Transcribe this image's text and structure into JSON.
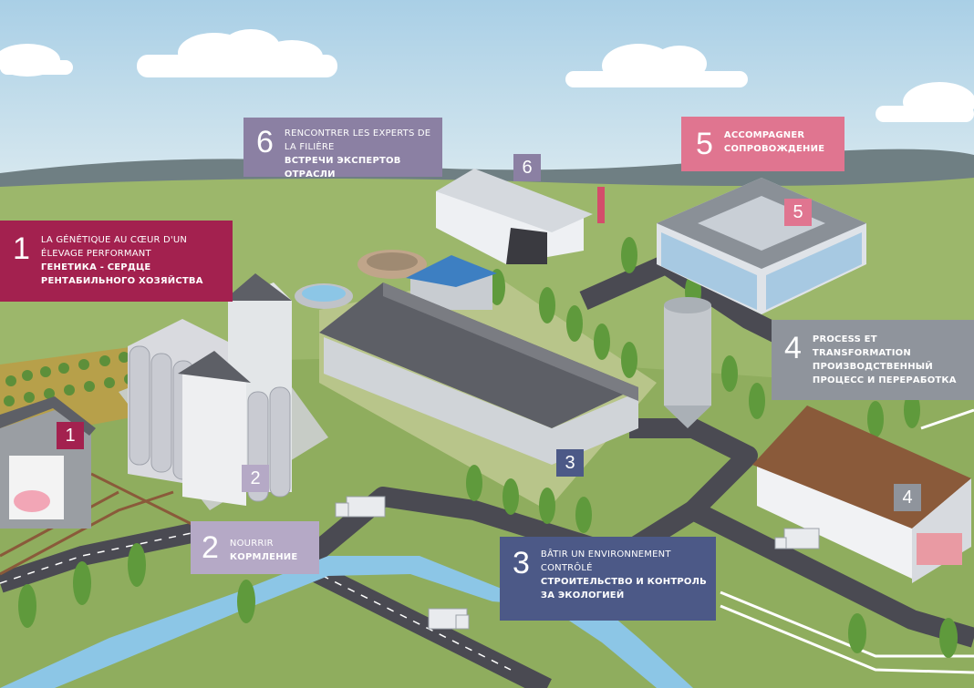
{
  "colors": {
    "c1": "#a3214f",
    "c2": "#b5a9c6",
    "c3": "#4c5987",
    "c4": "#8f949c",
    "c5": "#e07590",
    "c6": "#8b80a3"
  },
  "callouts": [
    {
      "id": "1",
      "num": "1",
      "fr": "La génétique au cœur d'un élevage performant",
      "ru": "Генетика - сердце рентабильного хозяйства"
    },
    {
      "id": "2",
      "num": "2",
      "fr": "Nourrir",
      "ru": "Кормление"
    },
    {
      "id": "3",
      "num": "3",
      "fr": "Bâtir un environnement contrôlé",
      "ru": "Строительство и контроль за экологией"
    },
    {
      "id": "4",
      "num": "4",
      "fr": "",
      "ru": "Process et transformation производственный процесс и переработка"
    },
    {
      "id": "5",
      "num": "5",
      "fr": "",
      "ru": "Accompagner сопровождение"
    },
    {
      "id": "6",
      "num": "6",
      "fr": "Rencontrer les experts de la filière",
      "ru": "Встречи экспертов отрасли"
    }
  ],
  "tags": [
    "1",
    "2",
    "3",
    "4",
    "5",
    "6"
  ]
}
